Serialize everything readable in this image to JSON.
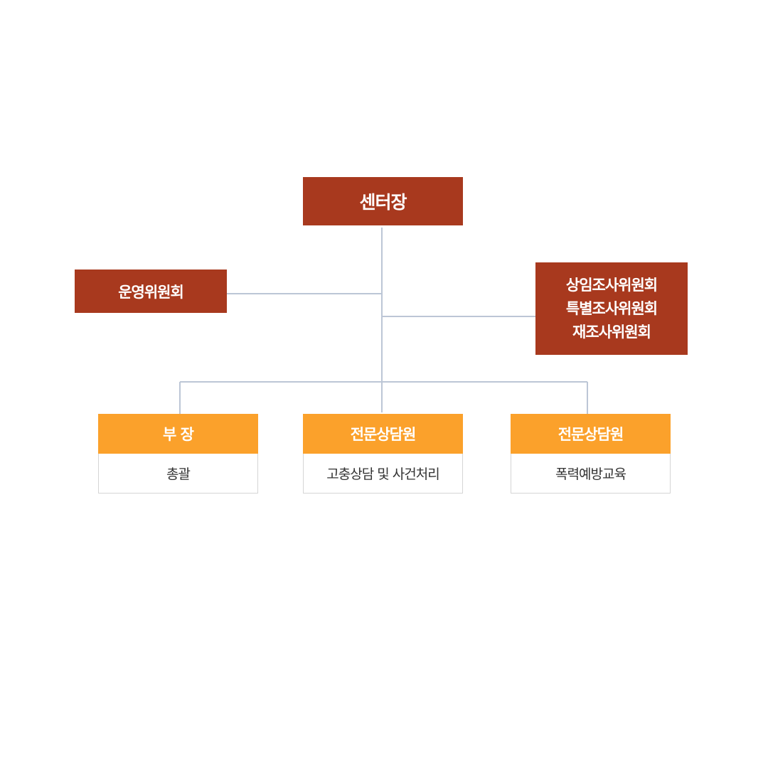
{
  "org_chart": {
    "head": "센터장",
    "committee_left": "운영위원회",
    "committee_right": [
      "상임조사위원회",
      "특별조사위원회",
      "재조사위원회"
    ],
    "roles": [
      {
        "title": "부 장",
        "duty": "총괄"
      },
      {
        "title": "전문상담원",
        "duty": "고충상담 및 사건처리"
      },
      {
        "title": "전문상담원",
        "duty": "폭력예방교육"
      }
    ]
  },
  "colors": {
    "dark_box": "#a8391e",
    "orange_box": "#fba12b",
    "connector": "#bcc6d6",
    "duty_border": "#d5d5d5"
  }
}
